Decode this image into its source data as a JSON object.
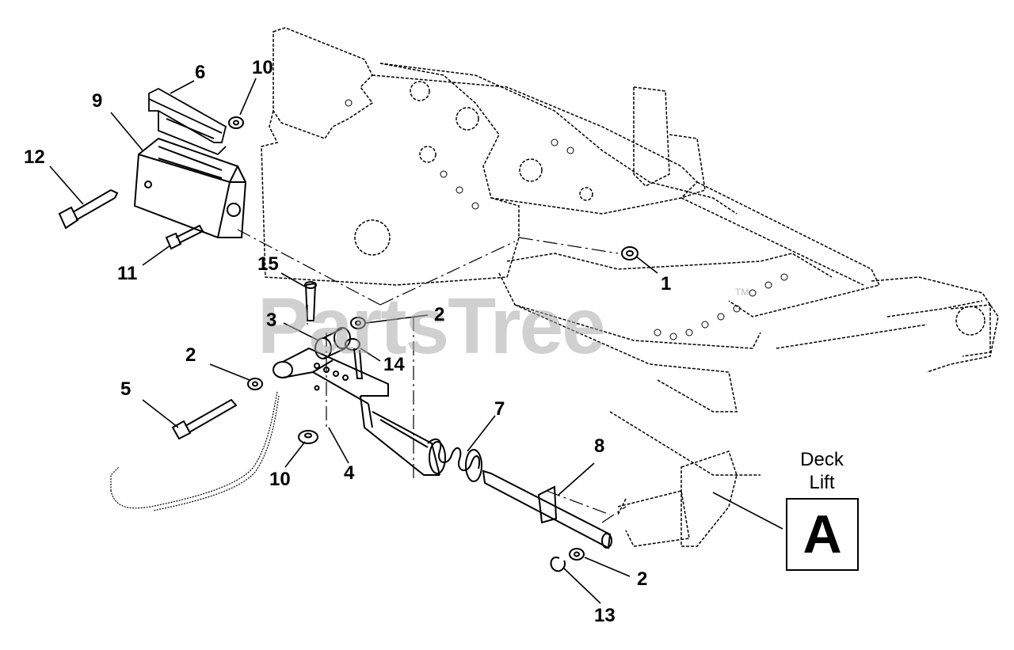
{
  "watermark": {
    "text": "PartsTree",
    "trademark": "TM"
  },
  "callouts": {
    "c1": "1",
    "c2a": "2",
    "c2b": "2",
    "c2c": "2",
    "c3": "3",
    "c4": "4",
    "c5": "5",
    "c6": "6",
    "c7": "7",
    "c8": "8",
    "c9": "9",
    "c10a": "10",
    "c10b": "10",
    "c11": "11",
    "c12": "12",
    "c13": "13",
    "c14": "14",
    "c15": "15"
  },
  "reference": {
    "label_line1": "Deck",
    "label_line2": "Lift",
    "letter": "A"
  },
  "colors": {
    "line": "#000000",
    "watermark": "#aaaaaa",
    "background": "#ffffff"
  }
}
